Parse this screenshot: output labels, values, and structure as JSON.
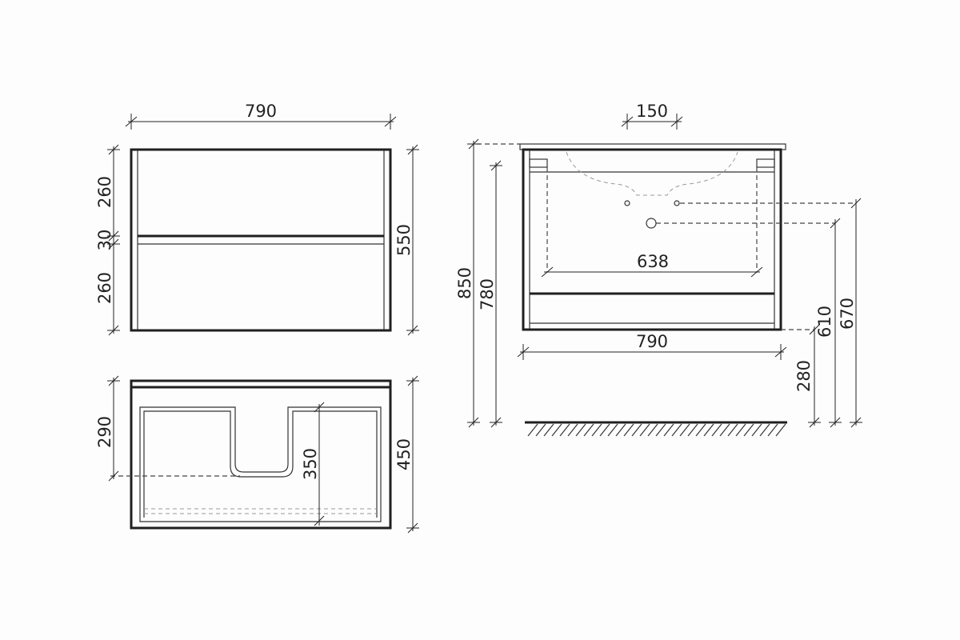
{
  "drawing": {
    "title": "",
    "units": "",
    "front_view": {
      "width_label": "790",
      "top_drawer_label": "260",
      "gap_label": "30",
      "bottom_drawer_label": "260",
      "height_label": "550"
    },
    "top_view": {
      "depth_label": "450",
      "sink_cutout_label": "350",
      "drain_offset_label": "290"
    },
    "side_view": {
      "tap_offset_label": "150",
      "total_height_label": "850",
      "cabinet_height_label": "780",
      "inner_width_label": "638",
      "width_label": "790",
      "drain_height_label": "610",
      "tap_height_label": "670",
      "floor_clearance_label": "280"
    }
  },
  "colors": {
    "line": "#1f1f1f",
    "dashed": "#444444",
    "background": "#fdfdfd"
  }
}
